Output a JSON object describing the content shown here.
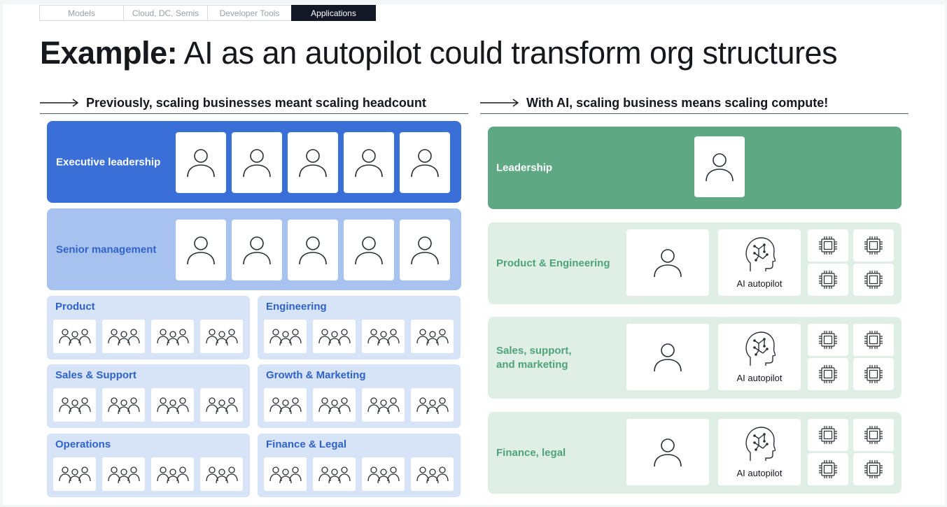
{
  "tabs": [
    {
      "label": "Models",
      "active": false
    },
    {
      "label": "Cloud, DC, Semis",
      "active": false
    },
    {
      "label": "Developer Tools",
      "active": false
    },
    {
      "label": "Applications",
      "active": true
    }
  ],
  "title": {
    "bold": "Example:",
    "rest": " AI as an autopilot could transform org structures"
  },
  "left": {
    "header": "Previously, scaling businesses meant scaling headcount",
    "executive_label": "Executive leadership",
    "senior_label": "Senior management",
    "departments": [
      {
        "label": "Product"
      },
      {
        "label": "Engineering"
      },
      {
        "label": "Sales & Support"
      },
      {
        "label": "Growth & Marketing"
      },
      {
        "label": "Operations"
      },
      {
        "label": "Finance & Legal"
      }
    ]
  },
  "right": {
    "header": "With AI, scaling business means scaling compute!",
    "leadership_label": "Leadership",
    "rows": [
      {
        "label": "Product & Engineering",
        "ai_label": "AI autopilot"
      },
      {
        "label": "Sales, support,\nand marketing",
        "ai_label": "AI autopilot"
      },
      {
        "label": "Finance, legal",
        "ai_label": "AI autopilot"
      }
    ]
  },
  "colors": {
    "executive": "#3a6fd8",
    "senior": "#a7c2ee",
    "department": "#d7e3f7",
    "leadership": "#5ea984",
    "green_row": "#dfefe6",
    "active_tab": "#121826"
  },
  "icons": {
    "person": "person-icon",
    "group": "group-icon",
    "brain": "ai-brain-icon",
    "chip": "chip-icon",
    "arrow": "arrow-right-icon"
  }
}
